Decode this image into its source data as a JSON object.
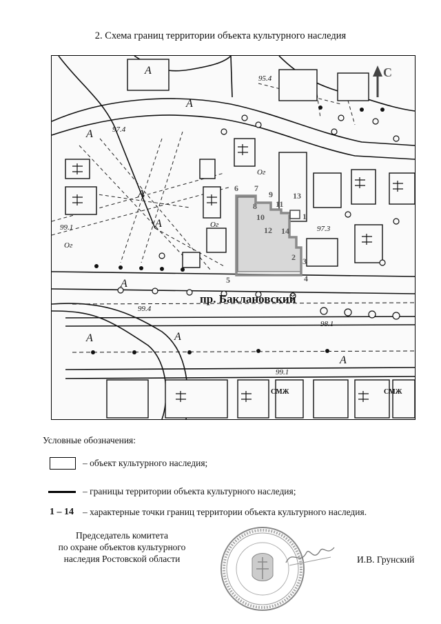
{
  "title": "2. Схема границ территории объекта культурного наследия",
  "map": {
    "street_label": "пр. Баклановский",
    "north_label": "С",
    "elevations": [
      "95.4",
      "97.4",
      "99.1",
      "99.4",
      "98.1",
      "99.1",
      "97.3"
    ],
    "zone_letter": "А",
    "veg_label": "Ог",
    "shop_label": "СМЖ",
    "point_labels": [
      "1",
      "2",
      "3",
      "4",
      "5",
      "6",
      "7",
      "8",
      "9",
      "10",
      "11",
      "12",
      "13",
      "14"
    ],
    "colors": {
      "boundary": "#8a8a8a",
      "object_fill": "#d8d8d8",
      "ink": "#111111"
    }
  },
  "legend": {
    "title": "Условные обозначения:",
    "object_text": "– объект культурного наследия;",
    "boundary_text": "– границы территории объекта культурного наследия;",
    "points_symbol": "1 – 14",
    "points_text": "– характерные точки границ территории объекта культурного наследия."
  },
  "signature": {
    "position_line1": "Председатель комитета",
    "position_line2": "по охране объектов культурного",
    "position_line3": "наследия Ростовской области",
    "name": "И.В. Грунский"
  }
}
